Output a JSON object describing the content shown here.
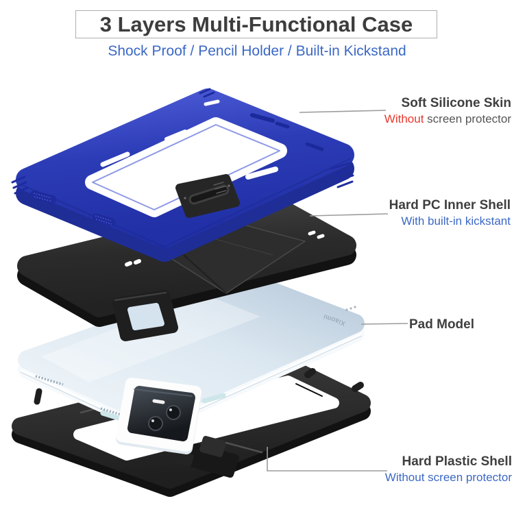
{
  "title": "3 Layers Multi-Functional Case",
  "subtitle": "Shock Proof / Pencil Holder / Built-in Kickstand",
  "product": {
    "brand": "Xiaomi"
  },
  "colors": {
    "accent_blue": "#3b68c5",
    "alert_red": "#e8372c",
    "case_blue": "#2e3eb8",
    "heading_gray": "#3d3d3d",
    "note_gray": "#555555",
    "tablet_tint": "#d9e6f0"
  },
  "callouts": [
    {
      "label": "Soft Silicone Skin",
      "note_parts": [
        {
          "text": "Without",
          "color": "#e8372c"
        },
        {
          "text": " screen protector",
          "color": "#555555"
        }
      ]
    },
    {
      "label": "Hard PC Inner Shell",
      "note_parts": [
        {
          "text": "With built-in kickstant",
          "color": "#3b68c5"
        }
      ]
    },
    {
      "label": "Pad Model",
      "note_parts": []
    },
    {
      "label": "Hard Plastic Shell",
      "note_parts": [
        {
          "text": "Without screen protector",
          "color": "#3b68c5"
        }
      ]
    }
  ]
}
